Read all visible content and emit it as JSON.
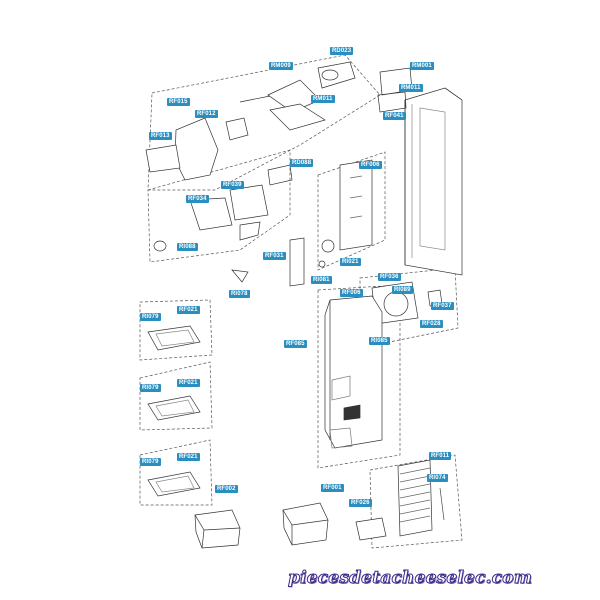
{
  "labels": {
    "RD023": "RD023",
    "RM009": "RM009",
    "RM001": "RM001",
    "RM011": "RM011",
    "RF015": "RF015",
    "RF012": "RF012",
    "RF013": "RF013",
    "RF041": "RF041",
    "RD088": "RD088",
    "RF039": "RF039",
    "RF006": "RF006",
    "RF034": "RF034",
    "RI088": "RI088",
    "RF031": "RF031",
    "RI021": "RI021",
    "RI081": "RI081",
    "RI078": "RI078",
    "RF036": "RF036",
    "RI089": "RI089",
    "RF037": "RF037",
    "RF006b": "RF006",
    "RF028": "RF028",
    "RF021": "RF021",
    "RI079": "RI079",
    "RF085": "RF085",
    "RI085": "RI085",
    "RF011": "RF011",
    "RI074": "RI074",
    "RF002": "RF002",
    "RF001": "RF001",
    "RF026": "RF026"
  },
  "watermark": {
    "text": "piecesdetacheeselec.com"
  }
}
